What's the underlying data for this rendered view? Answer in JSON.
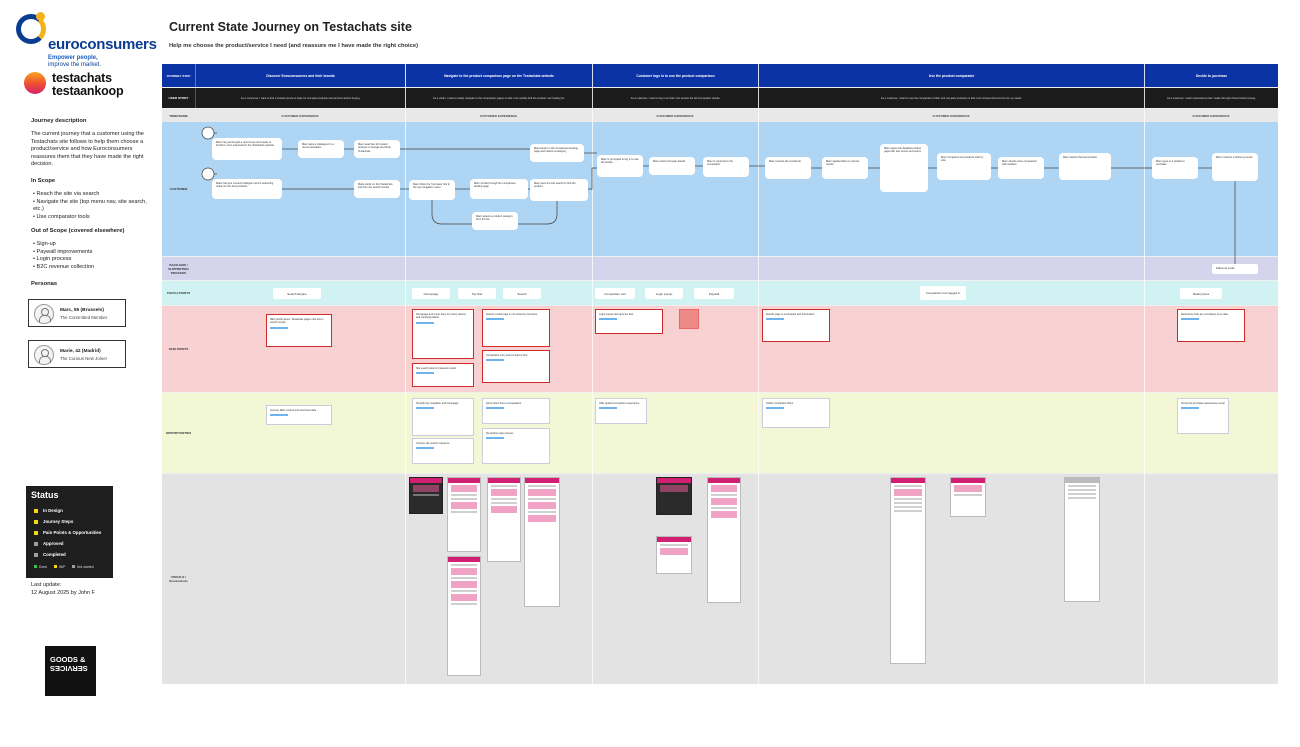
{
  "header": {
    "title": "Current State Journey on Testachats site",
    "subtitle": "Help me choose the product/service I need (and reassure me I have made the right choice)"
  },
  "brand": {
    "euro_name": "euroconsumers",
    "euro_tag_1": "Empower people,",
    "euro_tag_2": "improve the market.",
    "test_line1": "testachats",
    "test_line2": "testaankoop",
    "colors": {
      "primary": "#0a3d91",
      "accent": "#f5b21b",
      "magenta": "#d11f72"
    }
  },
  "sidebar": {
    "journey_heading": "Journey description",
    "journey_text": "The current journey that a customer using the Testachats site follows to help them choose a product/service and how Euroconsumers reassures them that they have made the right decision.",
    "in_scope_heading": "In Scope",
    "in_scope": [
      "Reach the site via search",
      "Navigate the site (top menu nav, site search, etc.)",
      "Use comparator tools"
    ],
    "out_scope_heading": "Out of Scope (covered elsewhere)",
    "out_scope": [
      "Sign-up",
      "Paywall improvements",
      "Login process",
      "B2C revenue collection"
    ],
    "personas_heading": "Personas",
    "personas": [
      {
        "name": "Marc, 55 (Brussels)",
        "desc": "The Committed Member"
      },
      {
        "name": "Marie, 42 (Madrid)",
        "desc": "The Curious New Joiner"
      }
    ]
  },
  "status": {
    "title": "Status",
    "items": [
      {
        "label": "In Design",
        "color": "#f5d90a"
      },
      {
        "label": "Journey Steps",
        "color": "#f5d90a"
      },
      {
        "label": "Pain Points & Opportunities",
        "color": "#f5d90a"
      },
      {
        "label": "Approved",
        "color": "#9e9e9e"
      },
      {
        "label": "Completed",
        "color": "#9e9e9e"
      }
    ],
    "legend": [
      {
        "label": "Done",
        "color": "#3ec44a"
      },
      {
        "label": "WIP",
        "color": "#f5d90a"
      },
      {
        "label": "Not started",
        "color": "#9e9e9e"
      }
    ]
  },
  "last_update": {
    "label": "Last update:",
    "value": "12 August 2025 by John F"
  },
  "footer_logo": {
    "line1": "GOODS &",
    "line2": "SERVICES"
  },
  "lanes": {
    "step": "JOURNEY STEP",
    "story": "USER STORY",
    "touch": "TIMEFRAME",
    "cust": "CUSTOMER",
    "back": "BACK-END / SUPPORTING PROCESS",
    "tp": "TOUCH POINTS",
    "pain": "PAIN POINTS",
    "opp": "OPPORTUNITIES",
    "vis": "VISUALS / Screenshots"
  },
  "stages": [
    {
      "title": "Discover Euroconsumers and their brands",
      "story": "As a consumer, I want to find a trusted source to help me compare products and services before buying.",
      "actor": "CUSTOMER EXPERIENCE"
    },
    {
      "title": "Navigate to the product comparison page on the Testachats website",
      "story": "As a visitor, I want to easily navigate to the comparison pages so that I can quickly find the product I am looking for.",
      "actor": "CUSTOMER EXPERIENCE"
    },
    {
      "title": "Customer logs in to use the product comparison",
      "story": "As a customer, I want to log in so that I can access the full comparator results.",
      "actor": "CUSTOMER EXPERIENCE"
    },
    {
      "title": "Use the product comparator",
      "story": "As a customer, I want to use the comparator to filter and compare products so that I can choose the best one for my needs.",
      "actor": "CUSTOMER EXPERIENCE"
    },
    {
      "title": "Decide to purchase",
      "story": "As a customer, I want reassurance that I made the right choice before buying.",
      "actor": "CUSTOMER EXPERIENCE"
    }
  ],
  "steps": [
    "Marc has just bought a new house and needs to furnish it. He's interested in the Testachats website",
    "Marc asks a colleague for a recommendation",
    "Marc searches for trusted reviews on Google and finds Testachats",
    "Marie has just moved to Belgium and is searching online for the best products",
    "Marie clicks on the Testachats link from the search results",
    "Marc clicks the 'Compare' link in the top navigation menu",
    "Marc scrolls through the comparison landing page",
    "Marc lands on the comparison landing page and selects a category",
    "Marc uses the site search to find the product",
    "Marc selects a product category from the list",
    "Marc is prompted to log in to see full results",
    "Marc enters his login details",
    "Marc is returned to the comparator",
    "Marc reviews the results list",
    "Marc applies filters to narrow results",
    "Marc opens the detailed product page with test scores and specs",
    "Marc compares two products side by side",
    "Marc checks price comparison with retailers",
    "Marc selects the best product",
    "Marc goes to a retailer to purchase",
    "Marc receives a follow-up email"
  ],
  "backend": [
    "Follow-up email"
  ],
  "touchpoints": [
    "Search Engine",
    "Homepage",
    "Top Nav",
    "Search",
    "Comparator tool",
    "Login popup",
    "Paywall",
    "Comparator tool logged in",
    "Retail prices"
  ],
  "pains": [
    "SEO performance: Testachats pages rank low in search results",
    "Homepage and menu have too many options and confusing labels",
    "Site search returns irrelevant results",
    "Search results page is not sorted by relevance",
    "Comparator entry point is hard to find",
    "Login popup interrupts the flow",
    "Results page is overloaded with information",
    "Retail price links are not always up to date"
  ],
  "opps": [
    "Improve SEO content and structured data",
    "Simplify top navigation and homepage",
    "Improve site search relevance",
    "Add a direct link to comparators",
    "Streamline login process",
    "Offer guided comparison experience",
    "Clarify comparator filters",
    "Send post-purchase reassurance email"
  ]
}
